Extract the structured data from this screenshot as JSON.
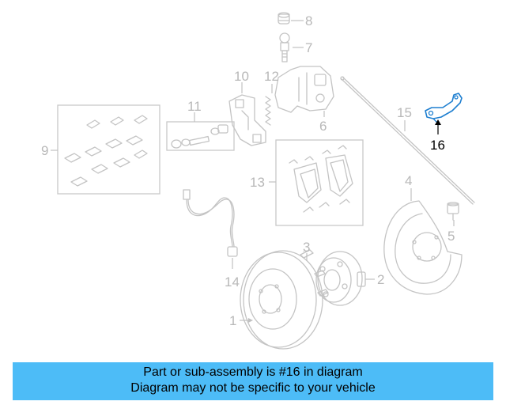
{
  "diagram": {
    "callouts": [
      "1",
      "2",
      "3",
      "4",
      "5",
      "6",
      "7",
      "8",
      "9",
      "10",
      "11",
      "12",
      "13",
      "14",
      "15",
      "16"
    ],
    "highlighted_callout": "16",
    "highlight_color": "#1f7fd0",
    "part_color": "#c4c4c4"
  },
  "caption": {
    "line1": "Part or sub-assembly is #16 in diagram",
    "line2": "Diagram may not be specific to your vehicle",
    "background": "#4dbcf7"
  }
}
